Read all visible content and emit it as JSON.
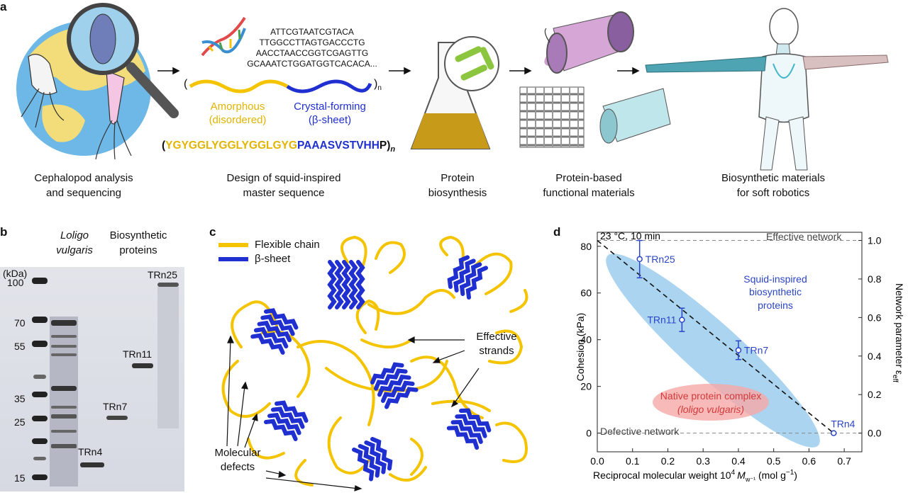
{
  "panel_a": {
    "label": "a",
    "dna_lines": [
      "ATTCGTAATCGTACA",
      "TTGGCCTTAGTGACCCTG",
      "AACCTAACCGGTCGAGTTG",
      "GCAAATCTGGATGGTCACACA..."
    ],
    "amorphous": "Amorphous",
    "amorphous_sub": "(disordered)",
    "crystal": "Crystal-forming",
    "crystal_sub": "(β-sheet)",
    "repeat_n": "n",
    "seq_open": "(",
    "seq_yellow": "YGYGGLYGGLYGGLGYG",
    "seq_blue": "PAAASVSTVHH",
    "seq_close": "P)",
    "seq_n": "n",
    "captions": [
      {
        "line1": "Cephalopod analysis",
        "line2": "and sequencing"
      },
      {
        "line1": "Design of squid-inspired",
        "line2": "master sequence"
      },
      {
        "line1": "Protein",
        "line2": "biosynthesis"
      },
      {
        "line1": "Protein-based",
        "line2": "functional materials"
      },
      {
        "line1": "Biosynthetic materials",
        "line2": "for soft robotics"
      }
    ],
    "colors": {
      "yellow": "#f5c400",
      "blue": "#1f2fd0",
      "ocean": "#5aaee0"
    }
  },
  "panel_b": {
    "label": "b",
    "col_left_line1": "Loligo",
    "col_left_line2": "vulgaris",
    "col_right_line1": "Biosynthetic",
    "col_right_line2": "proteins",
    "unit": "(kDa)",
    "markers": [
      "100",
      "70",
      "55",
      "35",
      "25",
      "15"
    ],
    "bands": [
      "TRn4",
      "TRn7",
      "TRn11",
      "TRn25"
    ]
  },
  "panel_c": {
    "label": "c",
    "legend_flex": "Flexible chain",
    "legend_beta": "β-sheet",
    "effective_line1": "Effective",
    "effective_line2": "strands",
    "defects_line1": "Molecular",
    "defects_line2": "defects",
    "colors": {
      "chain": "#f5c400",
      "sheet": "#1f2fd0"
    }
  },
  "panel_d": {
    "label": "d",
    "condition": "23 °C, 10 min",
    "effective_network": "Effective network",
    "defective_network": "Defective network",
    "squid_line1": "Squid-inspired",
    "squid_line2": "biosynthetic",
    "squid_line3": "proteins",
    "native_line1": "Native protein complex",
    "native_line2": "(loligo vulgaris)",
    "colors": {
      "point": "#2b45c8",
      "ellipse_blue": "#8ec6ea",
      "ellipse_red": "#f6a8a8"
    }
  },
  "chart_data": {
    "type": "scatter",
    "title": "",
    "xlabel": "Reciprocal molecular weight 10",
    "xlabel_exp": "4",
    "xlabel_var": "M",
    "xlabel_sub": "w⁻¹",
    "xlabel_unit": " (mol g",
    "xlabel_unit_exp": "−1",
    "xlabel_close": ")",
    "ylabel": "Cohesion (kPa)",
    "y2label": "Network parameter ε",
    "y2label_sub": "eff",
    "xlim": [
      0.0,
      0.75
    ],
    "ylim": [
      -8,
      86
    ],
    "y2lim": [
      0.0,
      1.0
    ],
    "xticks": [
      "0.0",
      "0.1",
      "0.2",
      "0.3",
      "0.4",
      "0.5",
      "0.6",
      "0.7"
    ],
    "yticks": [
      "0",
      "20",
      "40",
      "60",
      "80"
    ],
    "y2ticks": [
      "0.0",
      "0.2",
      "0.4",
      "0.6",
      "0.8",
      "1.0"
    ],
    "points": [
      {
        "label": "TRn25",
        "x": 0.12,
        "y": 74.5,
        "err": 8
      },
      {
        "label": "TRn11",
        "x": 0.24,
        "y": 48.5,
        "err": 5
      },
      {
        "label": "TRn7",
        "x": 0.4,
        "y": 35.5,
        "err": 4
      },
      {
        "label": "TRn4",
        "x": 0.67,
        "y": 0.0,
        "err": 0
      }
    ],
    "fit_line": {
      "x": [
        0.0,
        0.67
      ],
      "y": [
        82.5,
        0.0
      ]
    },
    "grid": false
  }
}
